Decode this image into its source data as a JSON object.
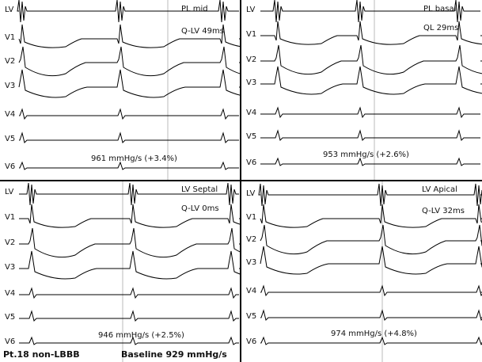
{
  "leads": [
    "LV",
    "V1",
    "V2",
    "V3",
    "V4",
    "V5",
    "V6"
  ],
  "panels": [
    {
      "title": "PL mid",
      "timing": "Q-LV 49ms",
      "result": "961 mmHg/s (+3.4%)"
    },
    {
      "title": "PL basal",
      "timing": "QL 29ms",
      "result": "953 mmHg/s (+2.6%)"
    },
    {
      "title": "LV Septal",
      "timing": "Q-LV 0ms",
      "result": "946 mmHg/s (+2.5%)"
    },
    {
      "title": "LV Apical",
      "timing": "Q-LV 32ms",
      "result": "974 mmHg/s (+4.8%)"
    }
  ],
  "footer": {
    "patient": "Pt.18 non-LBBB",
    "baseline": "Baseline 929 mmHg/s"
  },
  "colors": {
    "trace": "#000000",
    "marker": "#bbbbbb",
    "background": "#ffffff"
  }
}
